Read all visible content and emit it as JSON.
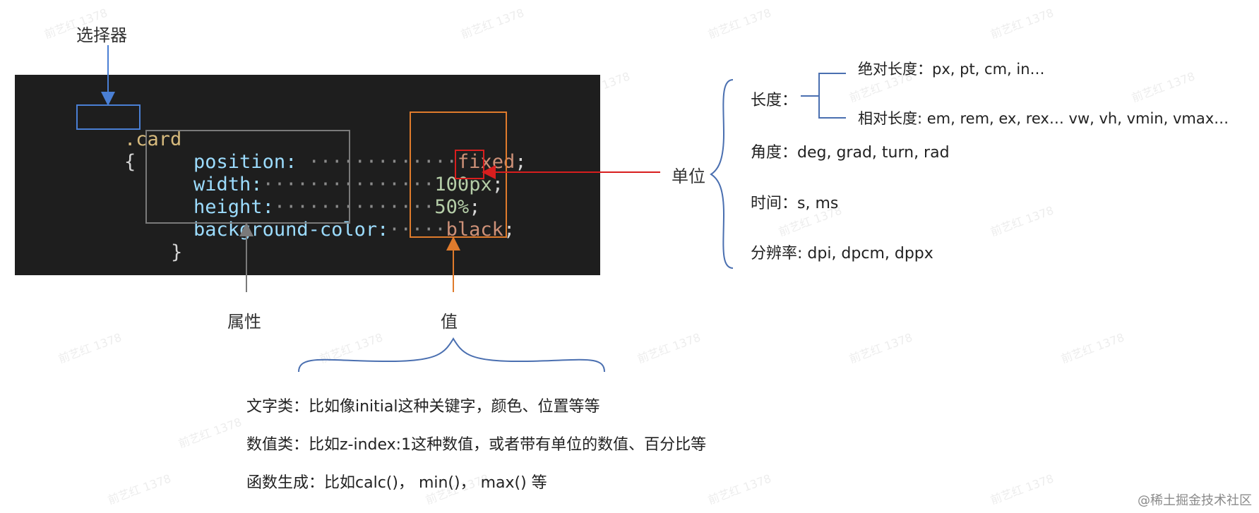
{
  "labels": {
    "selector": "选择器",
    "property": "属性",
    "value": "值",
    "unit": "单位"
  },
  "code": {
    "selector": ".card",
    "open_brace": "{",
    "close_brace": "}",
    "lines": [
      {
        "prop": "position:",
        "dots": " ·············",
        "value": "fixed",
        "value_kind": "str",
        "semi": ";"
      },
      {
        "prop": "width:",
        "dots": "···············",
        "value": "100",
        "unit": "px",
        "value_kind": "num",
        "semi": ";"
      },
      {
        "prop": "height:",
        "dots": "··············",
        "value": "50%",
        "value_kind": "num",
        "semi": ";"
      },
      {
        "prop": "background-color:",
        "dots": "·····",
        "value": "black",
        "value_kind": "str",
        "semi": ";"
      }
    ]
  },
  "units": {
    "length_label": "长度：",
    "absolute_length": "绝对长度：px, pt, cm, in…",
    "relative_length": "相对长度: em, rem, ex, rex…  vw, vh, vmin, vmax…",
    "angle": "角度：deg, grad, turn, rad",
    "time": "时间：s, ms",
    "resolution": "分辨率: dpi, dpcm, dppx"
  },
  "value_types": [
    "文字类：比如像initial这种关键字，颜色、位置等等",
    "数值类：比如z-index:1这种数值，或者带有单位的数值、百分比等",
    "函数生成：比如calc()， min()， max() 等"
  ],
  "watermark_text": "前艺红 1378",
  "credit": "@稀土掘金技术社区",
  "colors": {
    "selector_accent": "#4a7fd4",
    "property_accent": "#7a7a7a",
    "value_accent": "#e07b2c",
    "unit_accent": "#d81e1e",
    "brace_accent": "#4a6fb0"
  }
}
